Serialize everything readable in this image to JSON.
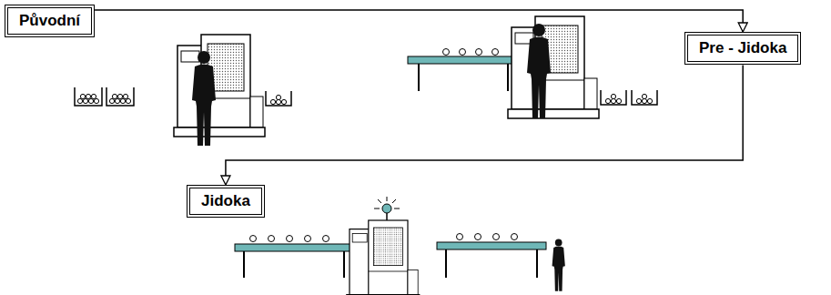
{
  "diagram": {
    "nodes": [
      {
        "text": [
          "Původní"
        ]
      },
      {
        "text": [
          "Pre - Jidoka"
        ]
      },
      {
        "text": [
          "Jidoka"
        ]
      }
    ],
    "edges": [
      {
        "from": 0,
        "to": 1,
        "arrow": "to"
      },
      {
        "from": 1,
        "to": 2,
        "arrow": "to"
      }
    ]
  }
}
